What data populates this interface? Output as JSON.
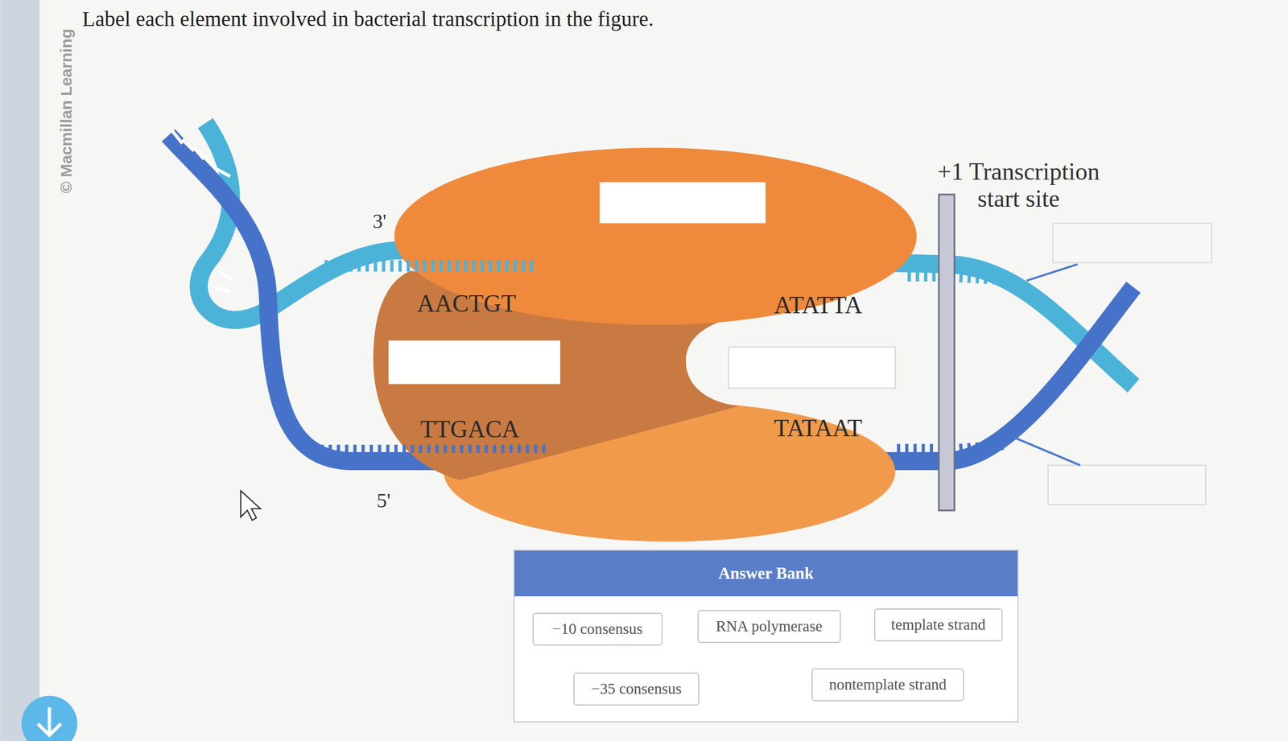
{
  "diagram": {
    "title": "Label each element involved in bacterial transcription in the figure.",
    "nodes": [
      {
        "text": [
          "Answer Bank"
        ]
      },
      {
        "text": [
          "−10 consensus"
        ],
        "in": 0
      },
      {
        "text": [
          "RNA polymerase"
        ],
        "in": 0
      },
      {
        "text": [
          "template strand"
        ],
        "in": 0
      },
      {
        "text": [
          "−35 consensus"
        ],
        "in": 0
      },
      {
        "text": [
          "nontemplate strand"
        ],
        "in": 0
      }
    ],
    "labels": [
      "© Macmillan Learning",
      "3'",
      "AACTGT",
      "TTGACA",
      "5'",
      "ATATTA",
      "TATAAT",
      "+1 Transcription start site"
    ]
  }
}
